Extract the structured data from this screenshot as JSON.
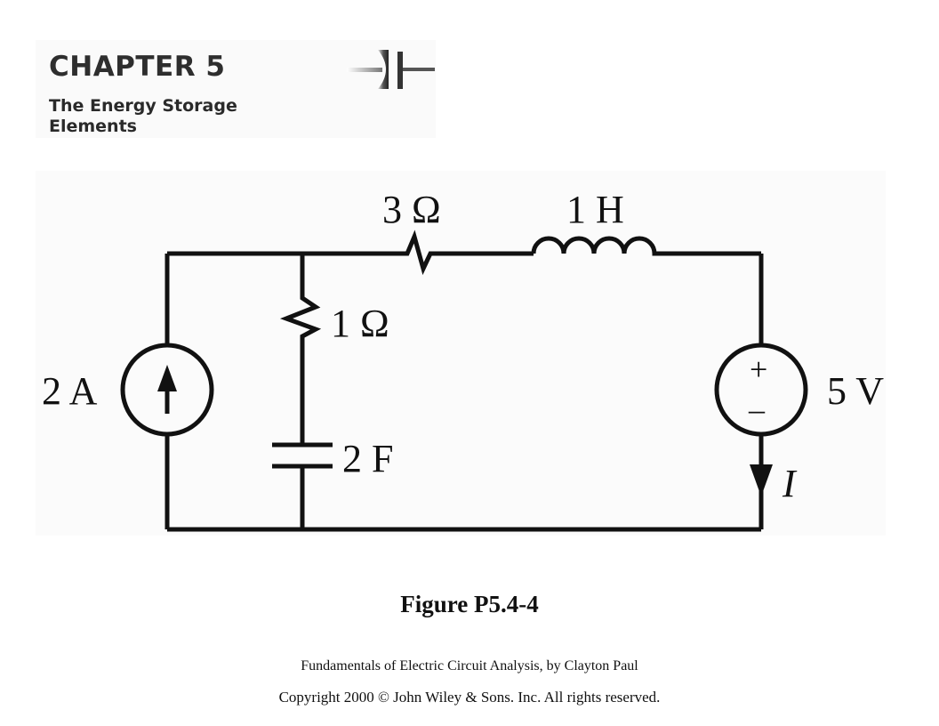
{
  "header": {
    "chapter": "CHAPTER 5",
    "title_line1": "The Energy Storage",
    "title_line2": "Elements"
  },
  "circuit": {
    "resistor_series": "3 Ω",
    "inductor": "1 H",
    "resistor_shunt": "1 Ω",
    "capacitor": "2 F",
    "current_source": "2 A",
    "voltage_source": "5 V",
    "vs_plus": "+",
    "vs_minus": "–",
    "current_variable": "I"
  },
  "caption": "Figure P5.4-4",
  "credit": "Fundamentals of Electric Circuit Analysis, by Clayton Paul",
  "copyright": "Copyright 2000 © John Wiley & Sons. Inc. All rights reserved.",
  "colors": {
    "wire": "#111111",
    "header_text": "#2e2e2e"
  }
}
